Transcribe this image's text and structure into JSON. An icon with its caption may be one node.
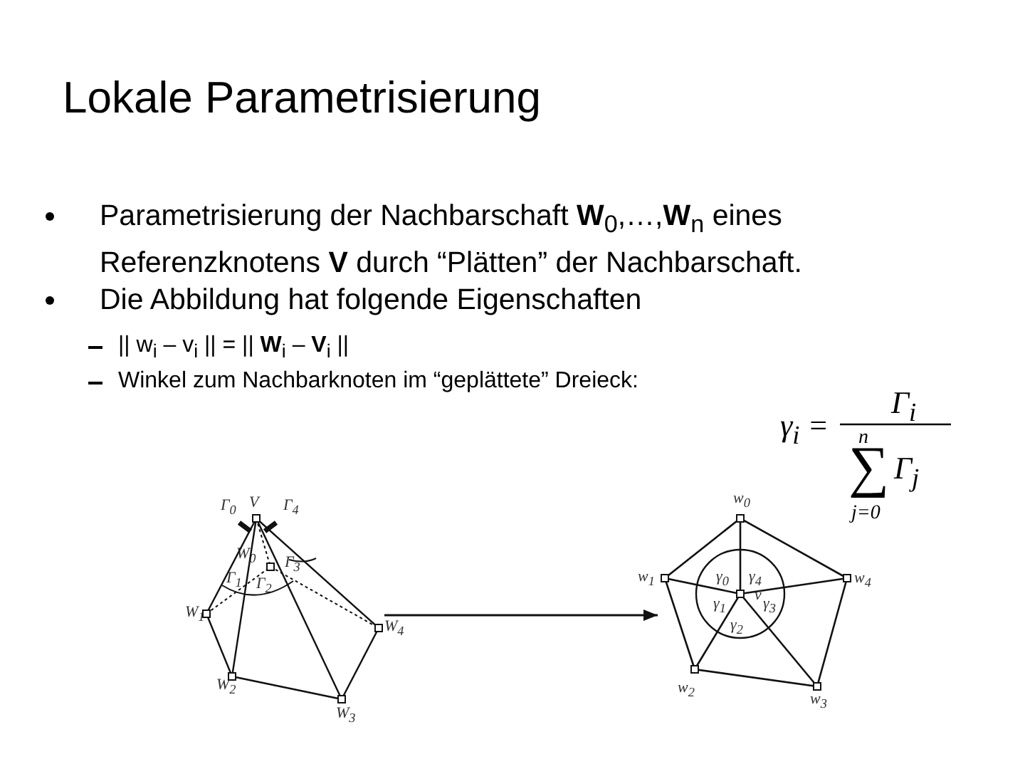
{
  "diagram": {
    "title": "Lokale Parametrisierung",
    "nodes": [
      {
        "text": [],
        "shape": "picture"
      },
      {
        "text": [],
        "shape": "picture"
      }
    ],
    "edges": [
      {
        "from": 0,
        "to": 1,
        "arrow": "to"
      }
    ],
    "labels": [
      "Parametrisierung der Nachbarschaft **W**$_{0}$,…,**W**$_{n}$ eines Referenzknotens **V** durch “Plätten” der Nachbarschaft.",
      "Die Abbildung hat folgende Eigenschaften",
      "|| w$_{i}$ – v$_{i}$ || = || **W**$_{i}$ – **V**$_{i}$ ||",
      "Winkel zum Nachbarknoten im “geplättete” Dreieck:",
      "γ$_{i}$ =",
      "Γ$_{i}$",
      "∑",
      "n",
      "j=0",
      "Γ$_{j}$",
      "V",
      "Γ$_{0}$",
      "Γ$_{4}$",
      "W$_{0}$",
      "Γ$_{1}$",
      "Γ$_{2}$",
      "Γ$_{3}$",
      "W$_{1}$",
      "W$_{4}$",
      "W$_{2}$",
      "W$_{3}$",
      "w$_{0}$",
      "w$_{1}$",
      "γ$_{0}$",
      "γ$_{4}$",
      "w$_{4}$",
      "v",
      "γ$_{1}$",
      "γ$_{2}$",
      "γ$_{3}$",
      "w$_{2}$",
      "w$_{3}$"
    ]
  }
}
